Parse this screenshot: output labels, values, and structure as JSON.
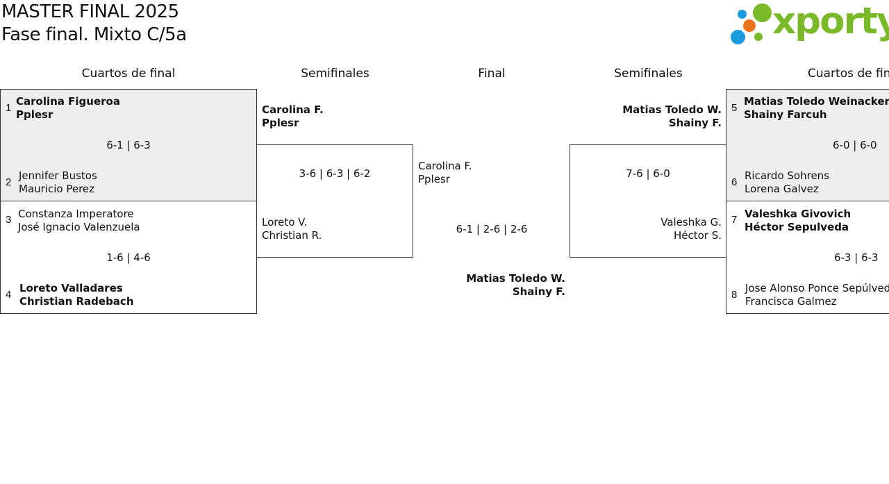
{
  "header": {
    "title": "MASTER FINAL 2025",
    "subtitle": "Fase final. Mixto C/5a",
    "logo_text": "xporty",
    "colors": {
      "logo_green": "#7ab929",
      "logo_orange": "#e8731a",
      "logo_blue": "#1a9be0"
    }
  },
  "rounds": {
    "qf_left": "Cuartos de final",
    "sf_left": "Semifinales",
    "final": "Final",
    "sf_right": "Semifinales",
    "qf_right": "Cuartos de final"
  },
  "qf": [
    {
      "p1": {
        "seed": "1",
        "a": "Carolina Figueroa",
        "b": "Pplesr"
      },
      "score": "6-1 | 6-3",
      "p2": {
        "seed": "2",
        "a": "Jennifer Bustos",
        "b": "Mauricio Perez"
      }
    },
    {
      "p1": {
        "seed": "3",
        "a": "Constanza Imperatore",
        "b": "José Ignacio Valenzuela"
      },
      "score": "1-6 | 4-6",
      "p2": {
        "seed": "4",
        "a": "Loreto Valladares",
        "b": "Christian Radebach"
      }
    },
    {
      "p1": {
        "seed": "5",
        "a": "Matias Toledo Weinacker",
        "b": "Shainy Farcuh"
      },
      "score": "6-0 | 6-0",
      "p2": {
        "seed": "6",
        "a": "Ricardo Sohrens",
        "b": "Lorena Galvez"
      }
    },
    {
      "p1": {
        "seed": "7",
        "a": "Valeshka Givovich",
        "b": "Héctor Sepulveda"
      },
      "score": "6-3 | 6-3",
      "p2": {
        "seed": "8",
        "a": "Jose Alonso Ponce Sepúlveda",
        "b": "Francisca Galmez"
      }
    }
  ],
  "sf_left": {
    "top": {
      "a": "Carolina F.",
      "b": "Pplesr"
    },
    "score": "3-6 | 6-3 | 6-2",
    "bottom": {
      "a": "Loreto V.",
      "b": "Christian R."
    }
  },
  "sf_right": {
    "top": {
      "a": "Matias Toledo W.",
      "b": "Shainy F."
    },
    "score": "7-6 | 6-0",
    "bottom": {
      "a": "Valeshka G.",
      "b": "Héctor S."
    }
  },
  "final": {
    "top": {
      "a": "Carolina F.",
      "b": "Pplesr"
    },
    "score": "6-1 | 2-6 | 2-6",
    "bottom": {
      "a": "Matias Toledo W.",
      "b": "Shainy F."
    }
  }
}
